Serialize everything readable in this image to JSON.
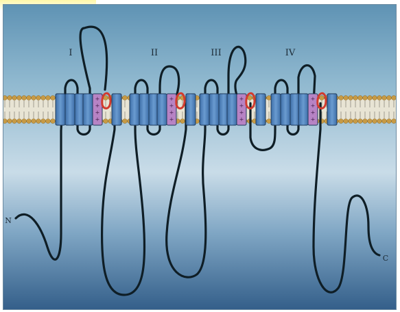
{
  "domains": [
    "I",
    "II",
    "III",
    "IV"
  ],
  "termini": {
    "n": "N",
    "c": "C"
  },
  "charge_symbol": "+",
  "colors": {
    "background_top": "#6c9fbf",
    "background_mid": "#a6c5db",
    "background_bottom": "#3e6b93",
    "helix": "#4f7fb8",
    "helix_stroke": "#1f3b5c",
    "voltage_sensor": "#b783c4",
    "pore_loop": "#d23b2e",
    "chain": "#0f1e26",
    "lipid_head": "#c79a45",
    "lipid_tail": "#f2eedf"
  }
}
